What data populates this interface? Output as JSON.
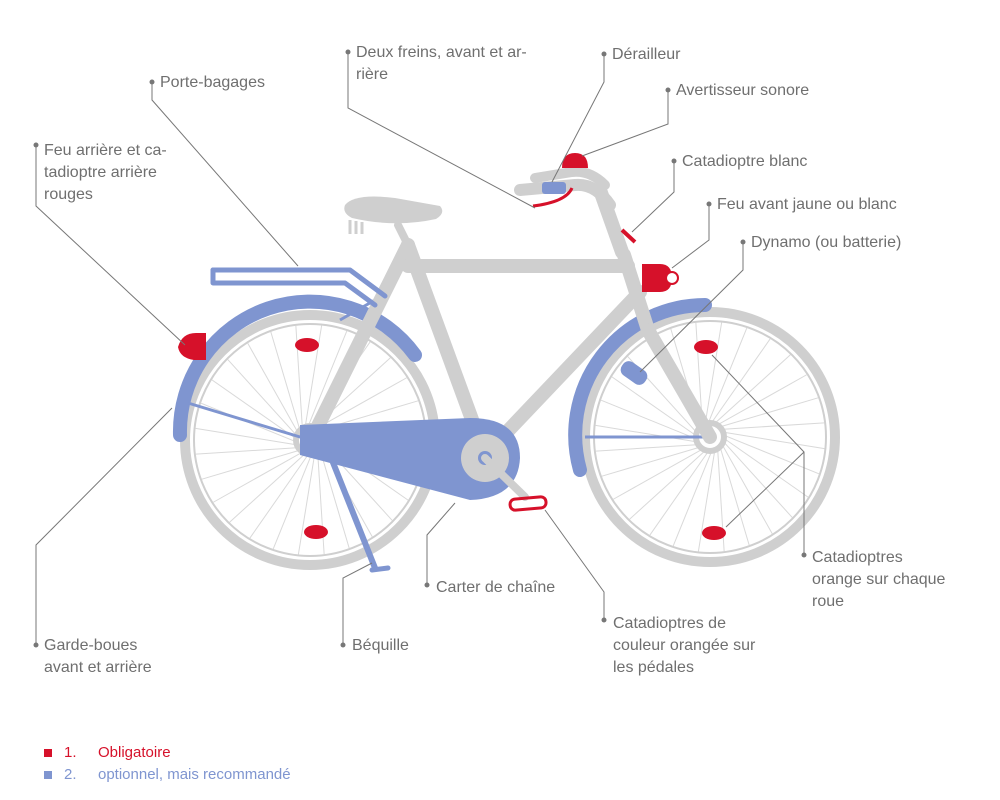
{
  "colors": {
    "frame": "#cfcfcf",
    "blue": "#7f95d0",
    "red": "#d6112a",
    "lead": "#777777",
    "text": "#6f6f6f"
  },
  "labels": {
    "porte_bagages": "Porte-bagages",
    "deux_freins": [
      "Deux freins, avant et ar-",
      "rière"
    ],
    "derailleur": "Dérailleur",
    "avertisseur": "Avertisseur sonore",
    "feu_arriere": [
      "Feu arrière et ca-",
      "tadioptre arrière",
      "rouges"
    ],
    "catadioptre_blanc": "Catadioptre blanc",
    "feu_avant": "Feu avant jaune ou blanc",
    "dynamo": "Dynamo (ou batterie)",
    "catadioptres_roue": [
      "Catadioptres",
      "orange sur chaque",
      "roue"
    ],
    "carter": "Carter de chaîne",
    "catadioptres_pedales": [
      "Catadioptres de",
      "couleur orangée sur",
      "les pédales"
    ],
    "bequille": "Béquille",
    "garde_boues": [
      "Garde-boues",
      "avant et arrière"
    ]
  },
  "legend": [
    {
      "number": "1.",
      "text": "Obligatoire",
      "color": "#d6112a"
    },
    {
      "number": "2.",
      "text": "optionnel, mais recommandé",
      "color": "#7f95d0"
    }
  ]
}
